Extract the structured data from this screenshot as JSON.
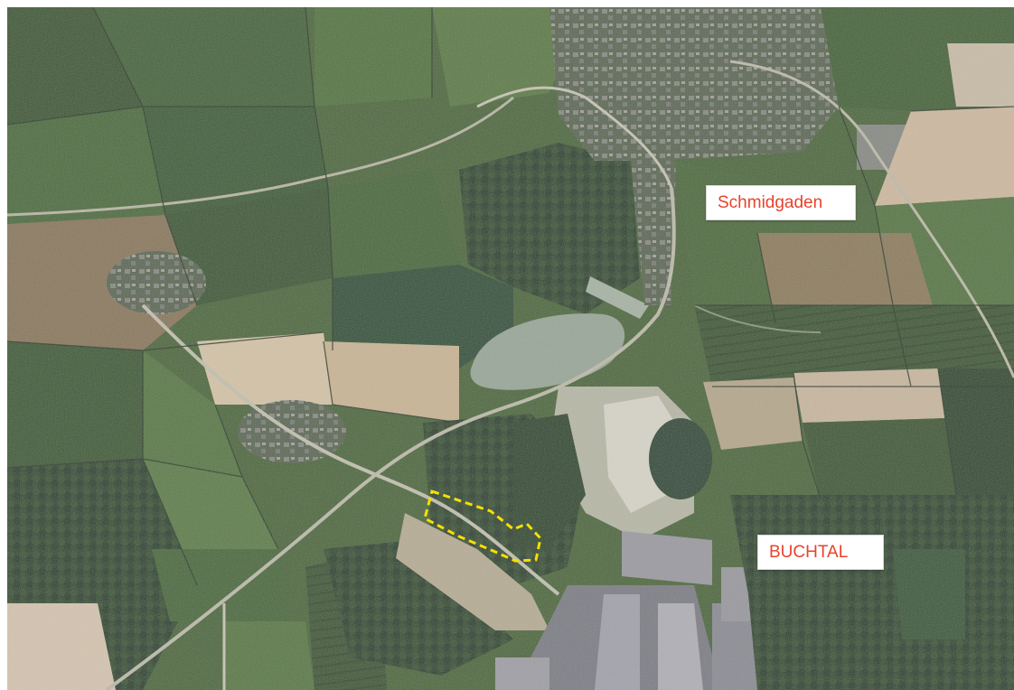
{
  "map": {
    "labels": {
      "schmidgaden": "Schmidgaden",
      "buchtal": "BUCHTAL"
    },
    "colors": {
      "label_text": "#e8432d",
      "label_background": "#ffffff",
      "boundary_outline": "#f5e000"
    },
    "icons": [
      "area-boundary-outline"
    ]
  }
}
